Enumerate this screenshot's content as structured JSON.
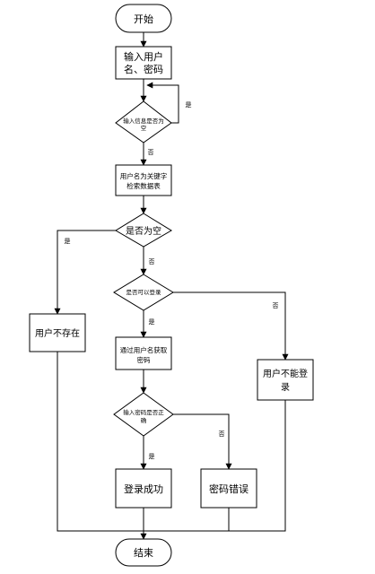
{
  "flowchart": {
    "start": "开始",
    "input": [
      "输入用户",
      "名、密码"
    ],
    "check_empty": [
      "输入信息是否为",
      "空"
    ],
    "search_db": [
      "用户名为关键字",
      "检索数据表"
    ],
    "is_empty": "是否为空",
    "not_exist": "用户不存在",
    "can_login_check": "是否可以登录",
    "cannot_login": [
      "用户不能登",
      "录"
    ],
    "get_password": [
      "通过用户名获取",
      "密码"
    ],
    "password_check": [
      "输入密码是否正",
      "确"
    ],
    "login_success": "登录成功",
    "password_error": "密码错误",
    "end": "结束",
    "labels": {
      "yes_loop": "是",
      "no_after_check": "否",
      "yes_empty": "是",
      "no_empty": "否",
      "no_login": "否",
      "yes_login": "是",
      "no_password": "否",
      "yes_password": "是"
    }
  }
}
